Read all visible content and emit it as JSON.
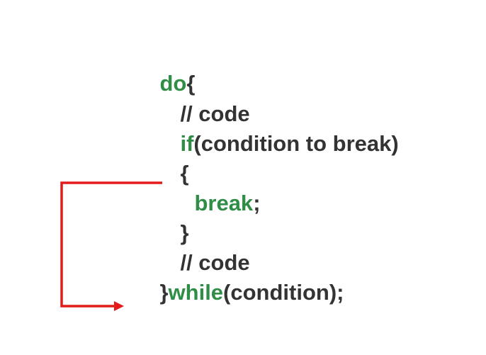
{
  "colors": {
    "keyword": "#2f8d46",
    "text": "#333333",
    "arrow": "#e31b1b",
    "background": "#ffffff"
  },
  "code": {
    "line1": {
      "kw": "do",
      "text": "{"
    },
    "line2": {
      "text": "// code"
    },
    "line3": {
      "kw": "if",
      "text": "(condition to break)"
    },
    "line4": {
      "text": "{"
    },
    "line5": {
      "kw": "break",
      "text": ";"
    },
    "line6": {
      "text": "}"
    },
    "line7": {
      "text": "// code"
    },
    "line8": {
      "text1": "}",
      "kw": "while",
      "text2": "(condition);"
    }
  }
}
